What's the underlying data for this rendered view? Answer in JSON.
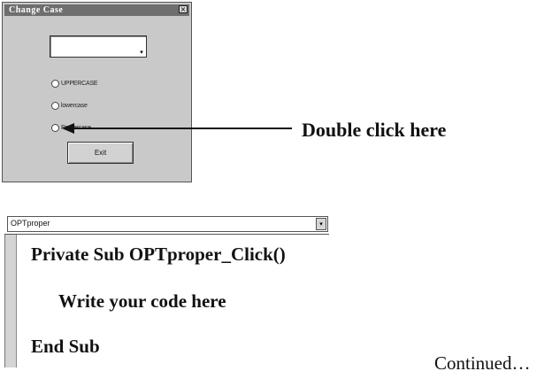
{
  "dialog": {
    "title": "Change Case",
    "close_glyph": "×",
    "textbox_value": "",
    "textbox_scroll_glyph": "▾",
    "options": [
      {
        "label": "UPPERCASE",
        "selected": false
      },
      {
        "label": "lowercase",
        "selected": false
      },
      {
        "label": "Propercase",
        "selected": false
      }
    ],
    "exit_label": "Exit"
  },
  "annotation": {
    "text": "Double click here"
  },
  "code_window": {
    "procedure_dropdown": "OPTproper",
    "dropdown_arrow_glyph": "▾",
    "lines": [
      "Private Sub OPTproper_Click()",
      "Write your code here",
      "End Sub"
    ]
  },
  "footer": {
    "continued": "Continued…"
  }
}
